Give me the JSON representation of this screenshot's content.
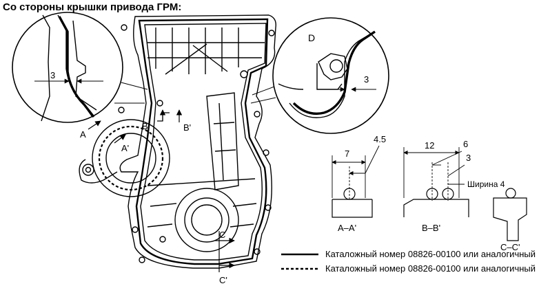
{
  "heading": "Со стороны крышки привода ГРМ:",
  "callouts": {
    "zoom_left_dim": "3",
    "zoom_right_letter": "D",
    "zoom_right_dim": "3"
  },
  "section_labels": {
    "a": "A",
    "a_prime": "A'",
    "b": "B",
    "b_prime": "B'",
    "c": "C",
    "c_prime": "C'"
  },
  "sections": [
    {
      "name": "A–A'",
      "dims": [
        "7",
        "4.5"
      ]
    },
    {
      "name": "B–B'",
      "dims": [
        "12",
        "6",
        "3"
      ],
      "note": "Ширина 4"
    },
    {
      "name": "C–C'",
      "dims": []
    }
  ],
  "legend": [
    {
      "style": "solid",
      "text": "Каталожный номер 08826-00100 или аналогичный"
    },
    {
      "style": "dashed",
      "text": "Каталожный номер 08826-00100 или аналогичный"
    }
  ]
}
